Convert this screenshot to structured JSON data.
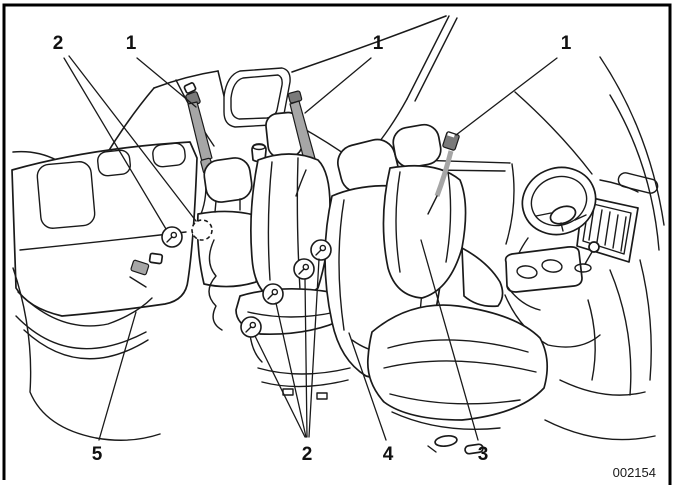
{
  "figure": {
    "code": "002154"
  },
  "callouts": {
    "top": [
      {
        "text": "2"
      },
      {
        "text": "1"
      },
      {
        "text": "1"
      },
      {
        "text": "1"
      }
    ],
    "bottom": [
      {
        "text": "5"
      },
      {
        "text": "2"
      },
      {
        "text": "4"
      },
      {
        "text": "3"
      }
    ]
  },
  "icons": {
    "buckle": "seat-belt-buckle-icon",
    "hidden_buckle": "hidden-seat-belt-buckle-icon"
  },
  "colors": {
    "line": "#1a1a1a",
    "belt": "#a6a6a6",
    "belt_dark": "#7a7a7a",
    "border": "#000000",
    "background": "#ffffff"
  }
}
